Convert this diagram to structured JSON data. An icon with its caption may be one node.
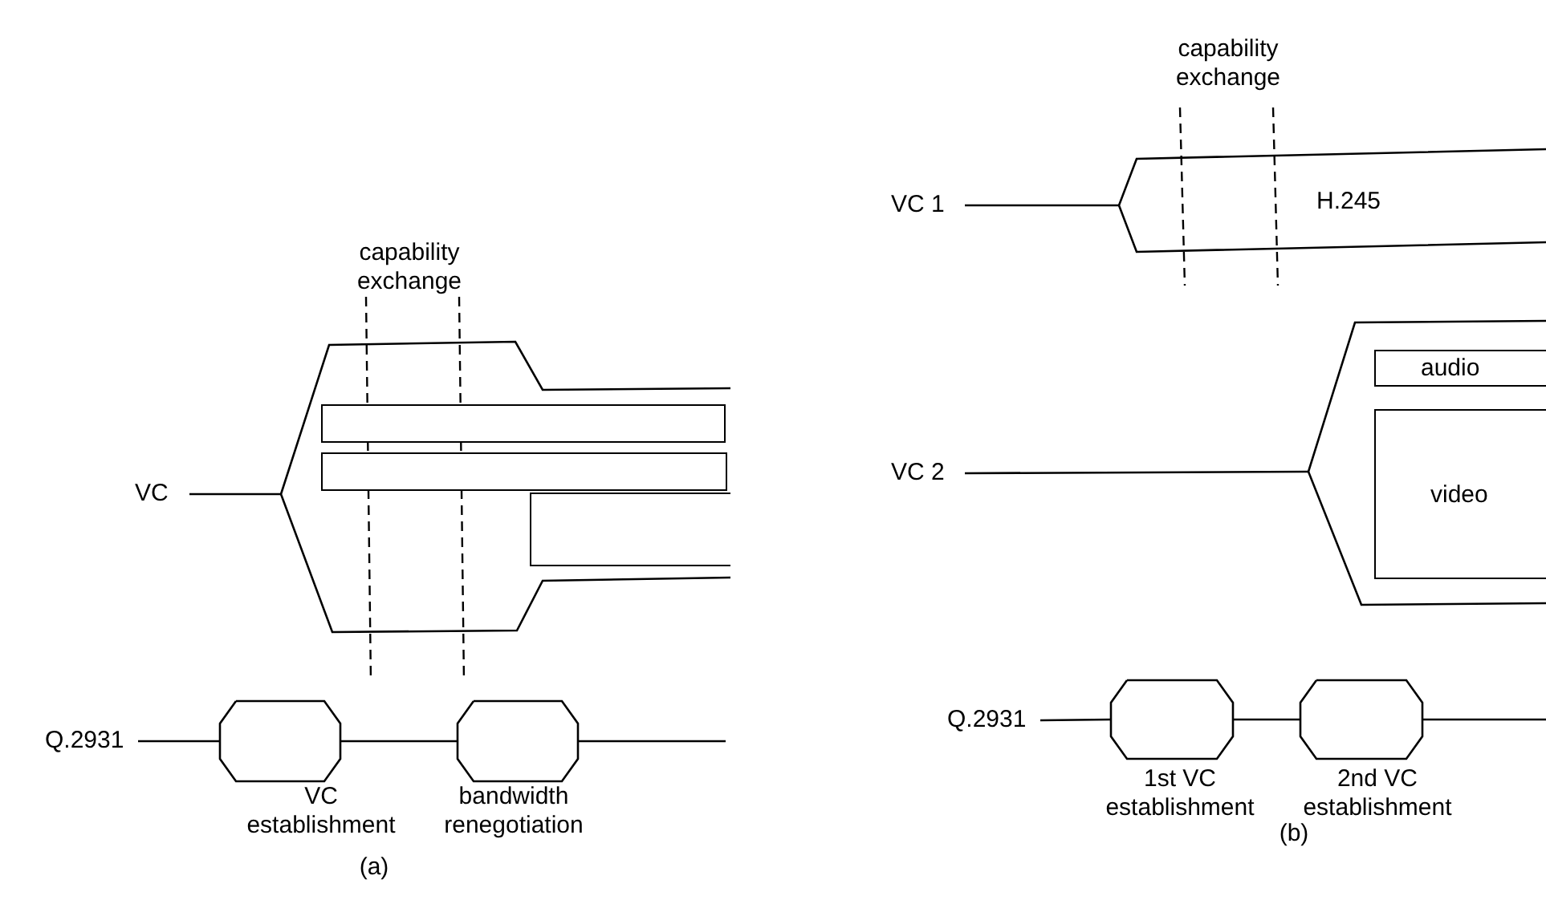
{
  "diagram": {
    "nodes": [
      {
        "text": [
          "VC"
        ]
      },
      {
        "text": [],
        "shape": "band"
      },
      {
        "text": [],
        "shape": "bar",
        "in": 1
      },
      {
        "text": [],
        "shape": "bar",
        "in": 1
      },
      {
        "text": [],
        "shape": "bar",
        "in": 1
      },
      {
        "text": [
          "Q.2931"
        ]
      },
      {
        "text": [],
        "shape": "hexagon",
        "beside": [
          "VC establishment"
        ]
      },
      {
        "text": [],
        "shape": "hexagon",
        "beside": [
          "bandwidth renegotiation"
        ]
      },
      {
        "text": [
          "VC 1"
        ]
      },
      {
        "text": [
          "H.245"
        ]
      },
      {
        "text": [
          "VC 2"
        ]
      },
      {
        "text": [],
        "shape": "band"
      },
      {
        "text": [
          "audio"
        ],
        "in": 11
      },
      {
        "text": [
          "video"
        ],
        "in": 11
      },
      {
        "text": [
          "Q.2931"
        ]
      },
      {
        "text": [],
        "shape": "hexagon",
        "beside": [
          "1st VC establishment"
        ]
      },
      {
        "text": [],
        "shape": "hexagon",
        "beside": [
          "2nd VC establishment"
        ]
      }
    ],
    "edges": [
      {
        "from": 0,
        "to": 1,
        "arrow": "none"
      },
      {
        "from": 5,
        "to": 6,
        "arrow": "none"
      },
      {
        "from": 6,
        "to": 7,
        "arrow": "none"
      },
      {
        "from": 7,
        "to": null,
        "arrow": "none"
      },
      {
        "from": 8,
        "to": 9,
        "arrow": "none"
      },
      {
        "from": 10,
        "to": 11,
        "arrow": "none"
      },
      {
        "from": 14,
        "to": 15,
        "arrow": "none"
      },
      {
        "from": 15,
        "to": 16,
        "arrow": "none"
      },
      {
        "from": 16,
        "to": null,
        "arrow": "none"
      }
    ],
    "labels": [
      "capability exchange",
      "(a)",
      "capability exchange",
      "(b)"
    ]
  }
}
